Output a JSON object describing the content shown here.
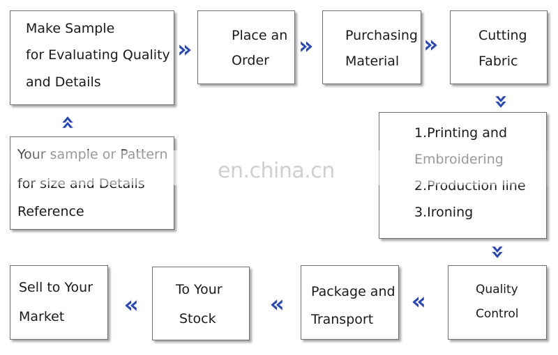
{
  "steps": {
    "make_sample": {
      "lines": [
        "Make Sample",
        "for Evaluating Quality",
        "and Details"
      ]
    },
    "place_order": {
      "lines": [
        "Place an",
        "Order"
      ]
    },
    "purchasing": {
      "lines": [
        "Purchasing",
        "Material"
      ]
    },
    "cutting": {
      "lines": [
        "Cutting",
        "Fabric"
      ]
    },
    "production": {
      "lines": [
        "1.Printing and",
        "Embroidering",
        "2.Production line",
        "3.Ironing"
      ]
    },
    "quality": {
      "lines": [
        "Quality",
        "Control"
      ]
    },
    "package": {
      "lines": [
        "Package and",
        "Transport"
      ]
    },
    "stock": {
      "lines": [
        "To Your",
        "Stock"
      ]
    },
    "sell": {
      "lines": [
        "Sell to Your",
        "Market"
      ]
    },
    "reference": {
      "lines": [
        "Your sample or Pattern",
        "for size and Details",
        "Reference"
      ]
    }
  },
  "watermark": "en.china.cn",
  "colors": {
    "arrow": "#2a47b8",
    "border": "#6f6f6f",
    "text": "#1a1a1a"
  }
}
